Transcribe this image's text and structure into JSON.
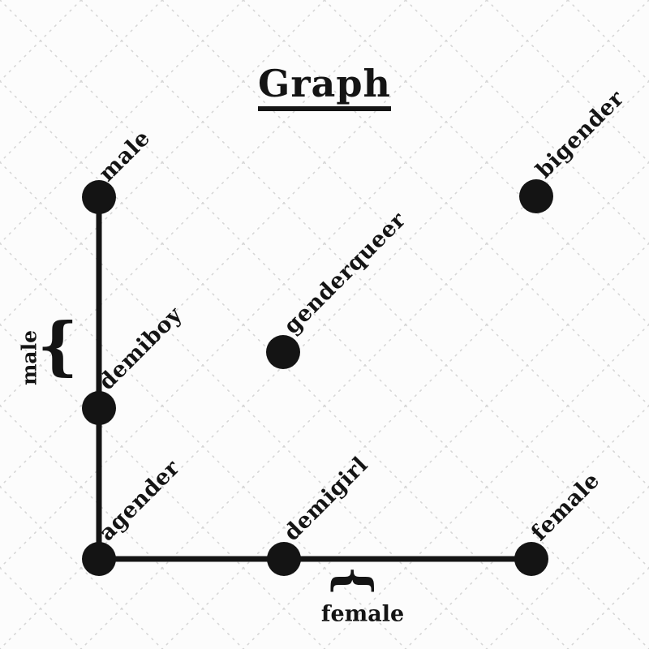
{
  "title": "Graph",
  "nodes": [
    {
      "id": "male",
      "label": "male"
    },
    {
      "id": "bigender",
      "label": "bigender"
    },
    {
      "id": "genderqueer",
      "label": "genderqueer"
    },
    {
      "id": "demiboy",
      "label": "demiboy"
    },
    {
      "id": "agender",
      "label": "agender"
    },
    {
      "id": "demigirl",
      "label": "demigirl"
    },
    {
      "id": "female",
      "label": "female"
    }
  ],
  "edges": [
    {
      "from": "male",
      "to": "demiboy"
    },
    {
      "from": "demiboy",
      "to": "agender"
    },
    {
      "from": "agender",
      "to": "demigirl"
    },
    {
      "from": "demigirl",
      "to": "female"
    }
  ],
  "braces": {
    "glyph": "{",
    "left": {
      "label": "male"
    },
    "bottom": {
      "label": "female"
    }
  },
  "colors": {
    "ink": "#141414",
    "background": "#fcfcfc",
    "lattice": "#d6d6d6"
  }
}
